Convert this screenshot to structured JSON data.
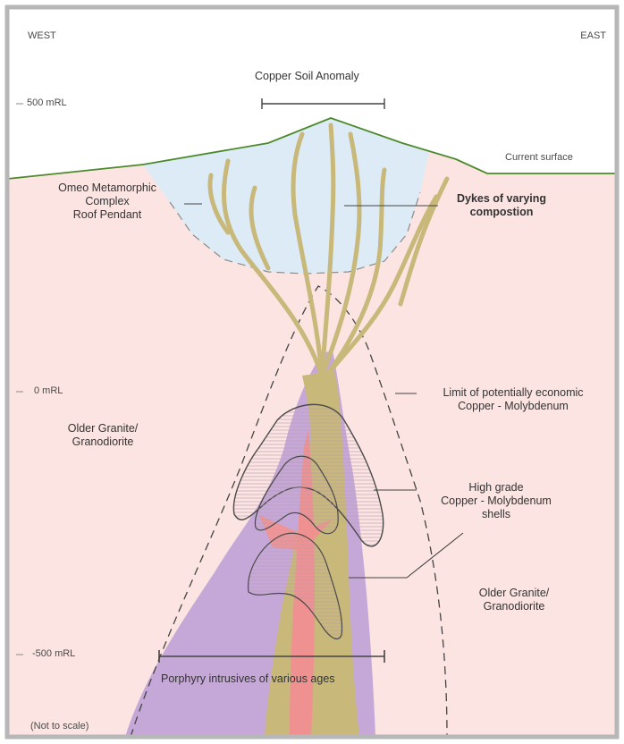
{
  "colors": {
    "background": "#fbe4e1",
    "roof_pendant": "#dcebf6",
    "porphyry_purple": "#c6a8d8",
    "dyke_olive": "#c8b87a",
    "core_red": "#ef9190",
    "surface_line": "#4c8a2c",
    "frame": "#b7b7b7"
  },
  "labels": {
    "west": "WEST",
    "east": "EAST",
    "anomaly": "Copper Soil Anomaly",
    "surface": "Current surface",
    "rl_500": "500 mRL",
    "rl_0": "0 mRL",
    "rl_minus500": "-500 mRL",
    "not_to_scale": "(Not to scale)",
    "omeo": [
      "Omeo Metamorphic",
      "Complex",
      "Roof Pendant"
    ],
    "dykes": [
      "Dykes of varying",
      "compostion"
    ],
    "limit": [
      "Limit of potentially economic",
      "Copper - Molybdenum"
    ],
    "older_west": [
      "Older Granite/",
      "Granodiorite"
    ],
    "high_grade": [
      "High grade",
      "Copper - Molybdenum",
      "shells"
    ],
    "older_east": [
      "Older Granite/",
      "Granodiorite"
    ],
    "porphyry": "Porphyry intrusives of various ages"
  }
}
